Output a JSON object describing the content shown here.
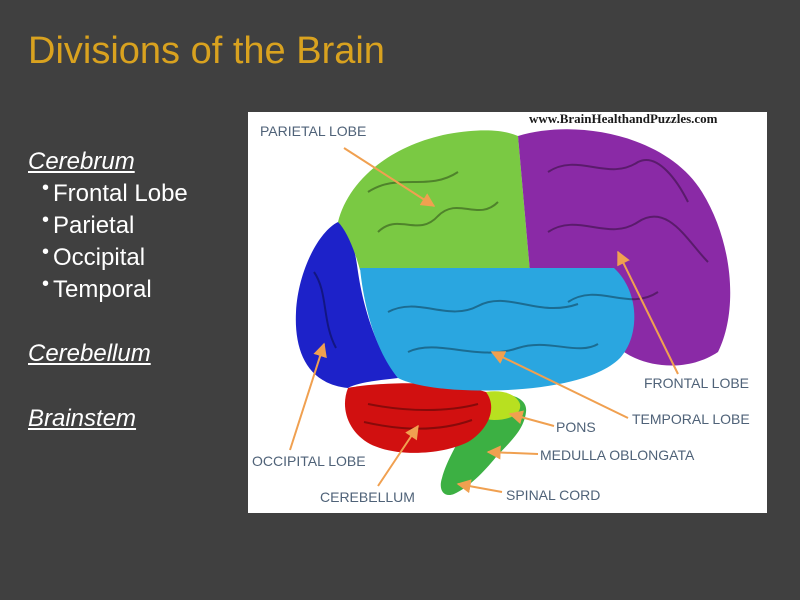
{
  "slide": {
    "title": "Divisions of the Brain",
    "cerebrum_heading": "Cerebrum",
    "cerebrum_items": [
      "Frontal Lobe",
      "Parietal",
      "Occipital",
      "Temporal"
    ],
    "cerebellum_heading": "Cerebellum",
    "brainstem_heading": "Brainstem",
    "bullet_glyph": "•"
  },
  "figure": {
    "watermark": "www.BrainHealthandPuzzles.com",
    "labels": {
      "parietal": "PARIETAL LOBE",
      "frontal": "FRONTAL LOBE",
      "temporal": "TEMPORAL LOBE",
      "pons": "PONS",
      "medulla": "MEDULLA OBLONGATA",
      "spinal": "SPINAL CORD",
      "occipital": "OCCIPITAL LOBE",
      "cerebellum": "CEREBELLUM"
    },
    "colors": {
      "parietal": "#7ac943",
      "frontal": "#8a2aa6",
      "temporal": "#2aa6e0",
      "occipital": "#1d22c9",
      "cerebellum": "#d11010",
      "brainstem": "#3cb043",
      "arrow": "#f0a050"
    }
  }
}
